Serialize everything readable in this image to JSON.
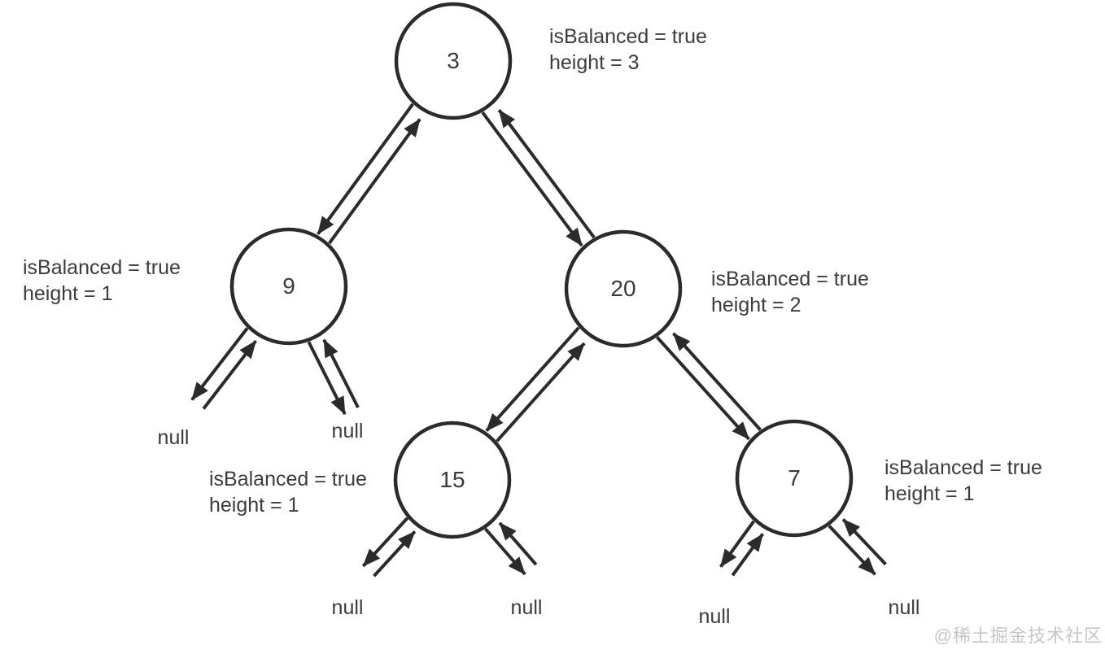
{
  "diagram": {
    "description": "binary-tree-balance-check",
    "nodes": [
      {
        "value": "3",
        "annotation": {
          "line1": "isBalanced = true",
          "line2": "height = 3"
        },
        "annotation_side": "right"
      },
      {
        "value": "9",
        "annotation": {
          "line1": "isBalanced = true",
          "line2": "height = 1"
        },
        "annotation_side": "left"
      },
      {
        "value": "20",
        "annotation": {
          "line1": "isBalanced = true",
          "line2": "height = 2"
        },
        "annotation_side": "right"
      },
      {
        "value": "15",
        "annotation": {
          "line1": "isBalanced = true",
          "line2": "height = 1"
        },
        "annotation_side": "left"
      },
      {
        "value": "7",
        "annotation": {
          "line1": "isBalanced = true",
          "line2": "height = 1"
        },
        "annotation_side": "right"
      }
    ],
    "null_labels": [
      "null",
      "null",
      "null",
      "null",
      "null",
      "null"
    ],
    "colors": {
      "line": "#2b2b2b",
      "text": "#3c3c3c",
      "watermark": "#c7c7c7",
      "background": "#ffffff"
    }
  },
  "watermark": {
    "text": "@稀土掘金技术社区"
  }
}
